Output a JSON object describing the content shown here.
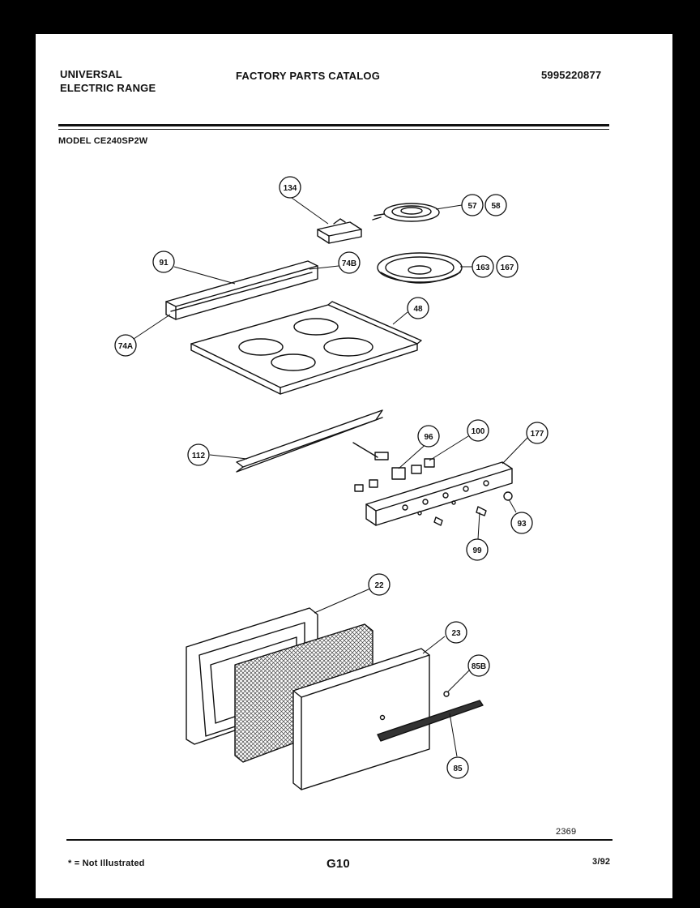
{
  "header": {
    "brand_line1": "UNIVERSAL",
    "brand_line2": "ELECTRIC RANGE",
    "catalog_title": "FACTORY PARTS CATALOG",
    "catalog_number": "5995220877",
    "model": "MODEL CE240SP2W"
  },
  "callouts": {
    "c134": "134",
    "c57": "57",
    "c58": "58",
    "c91": "91",
    "c74B": "74B",
    "c163": "163",
    "c167": "167",
    "c74A": "74A",
    "c48": "48",
    "c96": "96",
    "c100": "100",
    "c177": "177",
    "c112": "112",
    "c93": "93",
    "c99": "99",
    "c22": "22",
    "c23": "23",
    "c85B": "85B",
    "c85": "85"
  },
  "footer": {
    "drawing_number": "2369",
    "not_illustrated_note": "* = Not Illustrated",
    "page_code": "G10",
    "date": "3/92"
  }
}
